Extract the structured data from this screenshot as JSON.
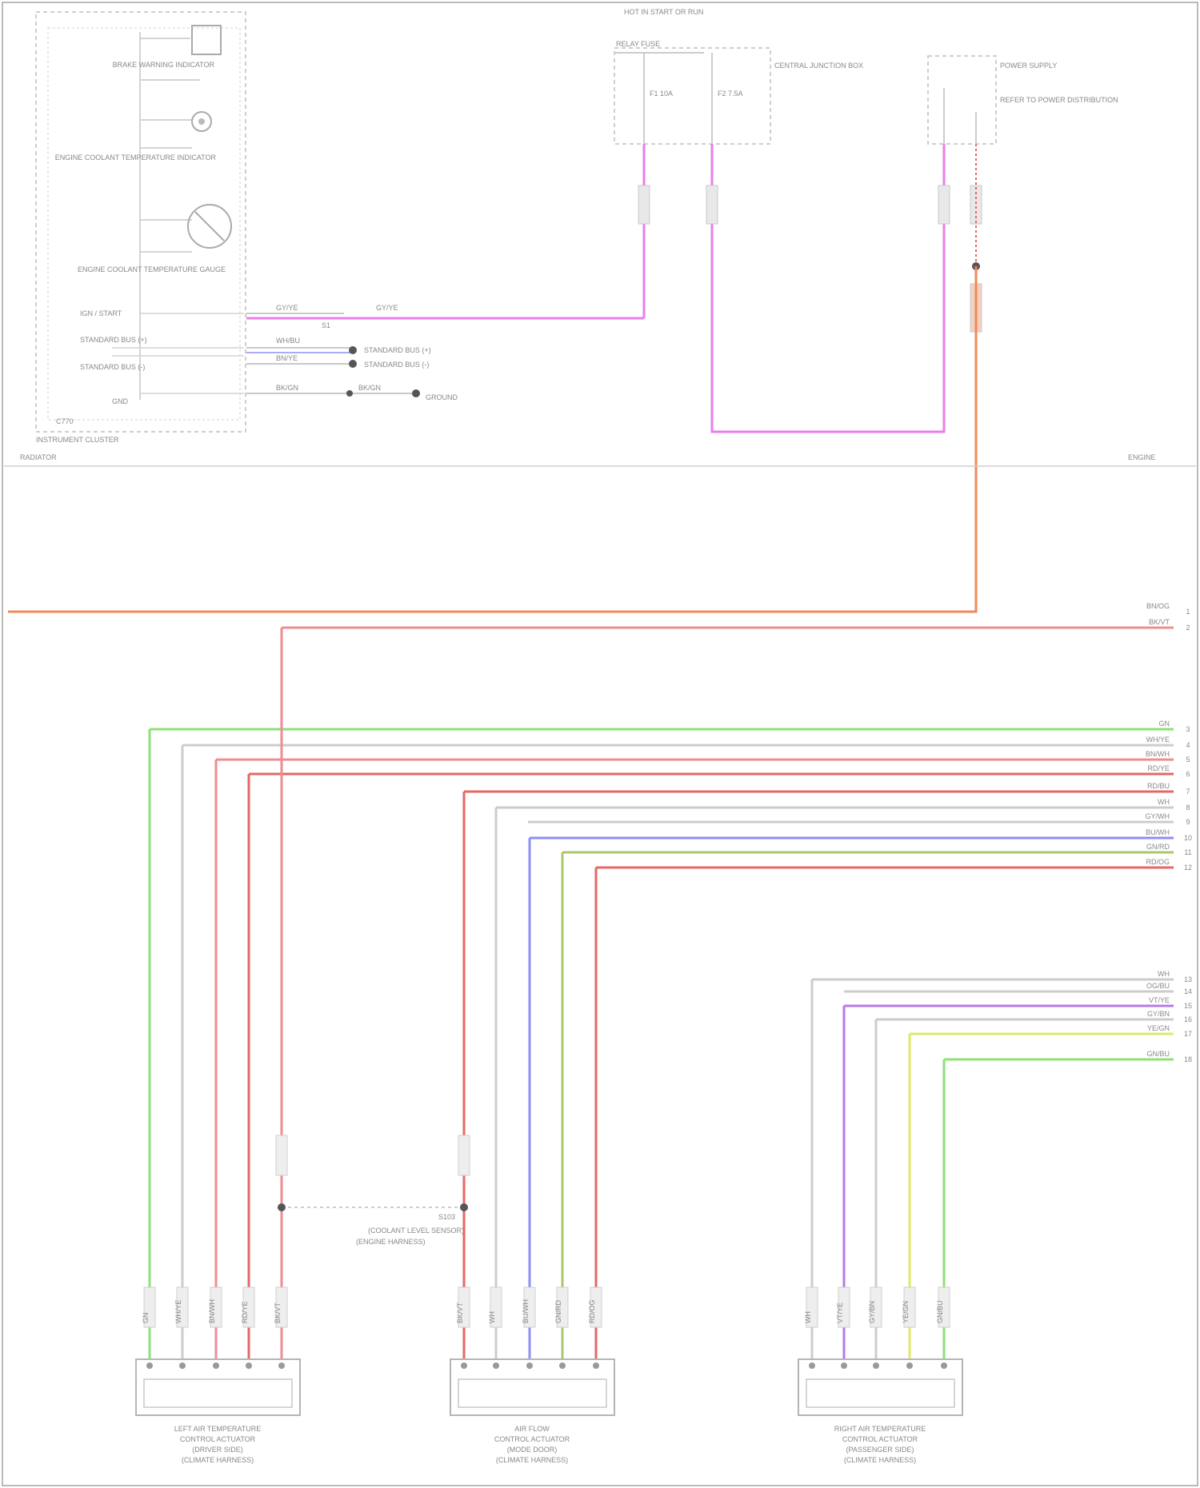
{
  "diagram": {
    "footer_credit": "",
    "upper_area": {
      "instrument_cluster": {
        "title": "INSTRUMENT CLUSTER",
        "connector_id": "C770",
        "components": [
          {
            "name": "brake-warning-indicator",
            "label": "BRAKE WARNING INDICATOR"
          },
          {
            "name": "engine-coolant-temp-indicator",
            "label": "ENGINE COOLANT TEMPERATURE INDICATOR"
          },
          {
            "name": "engine-coolant-temp-gauge",
            "label": "ENGINE COOLANT TEMPERATURE GAUGE"
          }
        ],
        "pins": [
          {
            "name": "pin-ign-start",
            "label": "IGN / START"
          },
          {
            "name": "pin-scp-plus",
            "label": "STANDARD BUS (+)"
          },
          {
            "name": "pin-scp-minus",
            "label": "STANDARD BUS (-)"
          },
          {
            "name": "pin-ground",
            "label": "GND"
          }
        ]
      },
      "wires_out": [
        {
          "name": "wire-ignition-feed",
          "label": "GY/YE",
          "label2": "GY/YE"
        },
        {
          "name": "wire-scp-plus",
          "label": "WH/BU",
          "dest": "STANDARD BUS (+)"
        },
        {
          "name": "wire-scp-minus",
          "label": "BN/YE",
          "dest": "STANDARD BUS (-)"
        },
        {
          "name": "wire-ground",
          "label": "BK/GN",
          "label2": "BK/GN",
          "dest": "GROUND"
        }
      ],
      "splice": "S1",
      "central_junction_box": {
        "title": "HOT IN START OR RUN",
        "subtitle": "RELAY FUSE",
        "fuses": [
          {
            "name": "fuse-left",
            "label": "F1 10A"
          },
          {
            "name": "fuse-right",
            "label": "F2 7.5A"
          }
        ],
        "box_label": "CENTRAL JUNCTION BOX"
      },
      "power_supply_box": {
        "title": "POWER SUPPLY",
        "subtitle": "REFER TO POWER DISTRIBUTION"
      },
      "separator_left": "RADIATOR",
      "separator_right": "ENGINE"
    },
    "bus_lines": [
      {
        "name": "bus-orange",
        "label": "BN/OG",
        "pin": "1"
      },
      {
        "name": "bus-pink",
        "label": "BK/VT",
        "pin": "2"
      },
      {
        "name": "bus-green",
        "label": "GN",
        "pin": "3"
      },
      {
        "name": "bus-white-1",
        "label": "WH/YE",
        "pin": "4"
      },
      {
        "name": "bus-white-2",
        "label": "BN/WH",
        "pin": "5"
      },
      {
        "name": "bus-salmon",
        "label": "RD/YE",
        "pin": "6"
      },
      {
        "name": "bus-red",
        "label": "RD/BU",
        "pin": "7"
      },
      {
        "name": "bus-white-3",
        "label": "WH",
        "pin": "8"
      },
      {
        "name": "bus-white-4",
        "label": "GY/WH",
        "pin": "9"
      },
      {
        "name": "bus-blue",
        "label": "BU/WH",
        "pin": "10"
      },
      {
        "name": "bus-olive",
        "label": "GN/RD",
        "pin": "11"
      },
      {
        "name": "bus-red-2",
        "label": "RD/OG",
        "pin": "12"
      },
      {
        "name": "bus-white-5",
        "label": "WH",
        "pin": "13"
      },
      {
        "name": "bus-white-6",
        "label": "OG/BU",
        "pin": "14"
      },
      {
        "name": "bus-violet",
        "label": "VT/YE",
        "pin": "15"
      },
      {
        "name": "bus-white-7",
        "label": "GY/BN",
        "pin": "16"
      },
      {
        "name": "bus-yellow",
        "label": "YE/GN",
        "pin": "17"
      },
      {
        "name": "bus-green-2",
        "label": "GN/BU",
        "pin": "18"
      }
    ],
    "splice_bottom": {
      "label": "S103",
      "sub1": "(COOLANT LEVEL SENSOR)",
      "sub2": "(ENGINE HARNESS)"
    },
    "actuators": [
      {
        "name": "actuator-left",
        "line1": "LEFT AIR TEMPERATURE",
        "line2": "CONTROL ACTUATOR",
        "line3": "(DRIVER SIDE)",
        "line4": "(CLIMATE HARNESS)",
        "pins": [
          "GN",
          "WH/YE",
          "BN/WH",
          "RD/YE",
          "BK/VT"
        ]
      },
      {
        "name": "actuator-middle",
        "line1": "AIR FLOW",
        "line2": "CONTROL ACTUATOR",
        "line3": "(MODE DOOR)",
        "line4": "(CLIMATE HARNESS)",
        "pins": [
          "BK/VT",
          "WH",
          "BU/WH",
          "GN/RD",
          "RD/OG"
        ]
      },
      {
        "name": "actuator-right",
        "line1": "RIGHT AIR TEMPERATURE",
        "line2": "CONTROL ACTUATOR",
        "line3": "(PASSENGER SIDE)",
        "line4": "(CLIMATE HARNESS)",
        "pins": [
          "WH",
          "VT/YE",
          "GY/BN",
          "YE/GN",
          "GN/BU"
        ]
      }
    ],
    "colors": {
      "pink": "#e97ee9",
      "orange": "#f08a5a",
      "rose": "#ee8c95",
      "green": "#8ee07a",
      "red": "#e66767",
      "blue": "#8e8ef5",
      "olive": "#a9c86d",
      "violet": "#b77ae8",
      "yellow": "#dfe86a",
      "grey": "#cccccc",
      "frame": "#a8a8a8"
    }
  }
}
